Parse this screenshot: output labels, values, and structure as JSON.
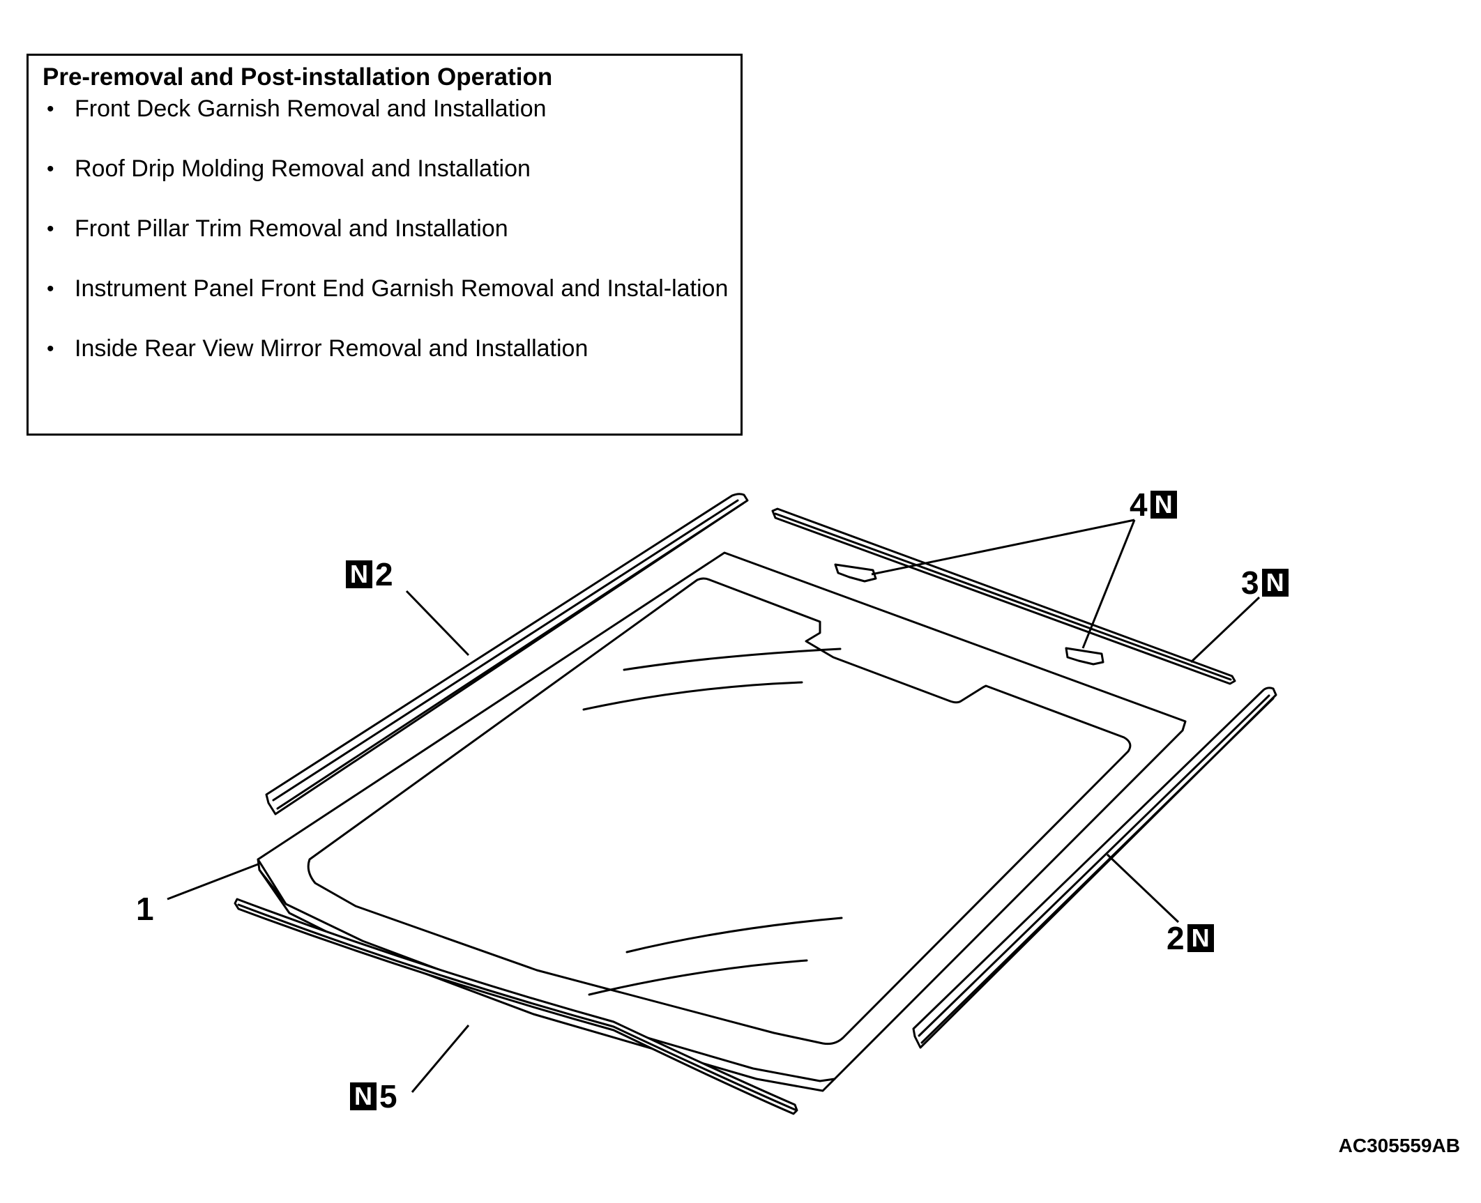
{
  "operation_box": {
    "title": "Pre-removal and Post-installation Operation",
    "items": [
      "Front Deck Garnish Removal and Installation",
      "Roof Drip Molding Removal and Installation",
      "Front Pillar Trim Removal and Installation",
      "Instrument Panel Front End Garnish Removal and Instal-lation",
      "Inside Rear View Mirror Removal and Installation"
    ],
    "bullet": "•"
  },
  "callouts": {
    "windshield": "1",
    "molding_left": "2",
    "molding_right": "2",
    "molding_upper": "3",
    "fastener": "4",
    "molding_lower": "5",
    "new_part_mark": "N"
  },
  "figure_id": "AC305559AB"
}
